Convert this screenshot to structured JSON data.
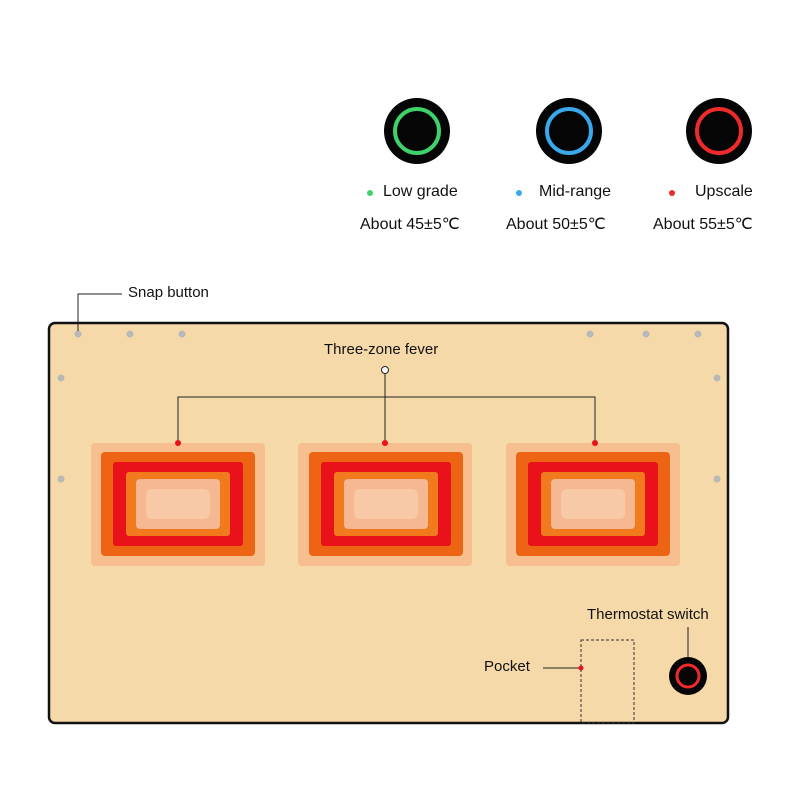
{
  "levels": [
    {
      "name": "Low grade",
      "temp": "About 45±5℃",
      "color": "#3fd26b"
    },
    {
      "name": "Mid-range",
      "temp": "About 50±5℃",
      "color": "#3aa8ec"
    },
    {
      "name": "Upscale",
      "temp": "About 55±5℃",
      "color": "#ee2a2a"
    }
  ],
  "callouts": {
    "snap_button": "Snap button",
    "three_zone": "Three-zone fever",
    "thermostat": "Thermostat switch",
    "pocket": "Pocket"
  },
  "colors": {
    "pad": "#f5d9a8",
    "pad_border": "#111111",
    "zone_outer": "#f7be90",
    "zone_orange": "#ec6414",
    "zone_red": "#e9121a",
    "zone_inner": "#f6b892",
    "zone_core": "#f8c9a6",
    "snap": "#b8b8b8"
  }
}
